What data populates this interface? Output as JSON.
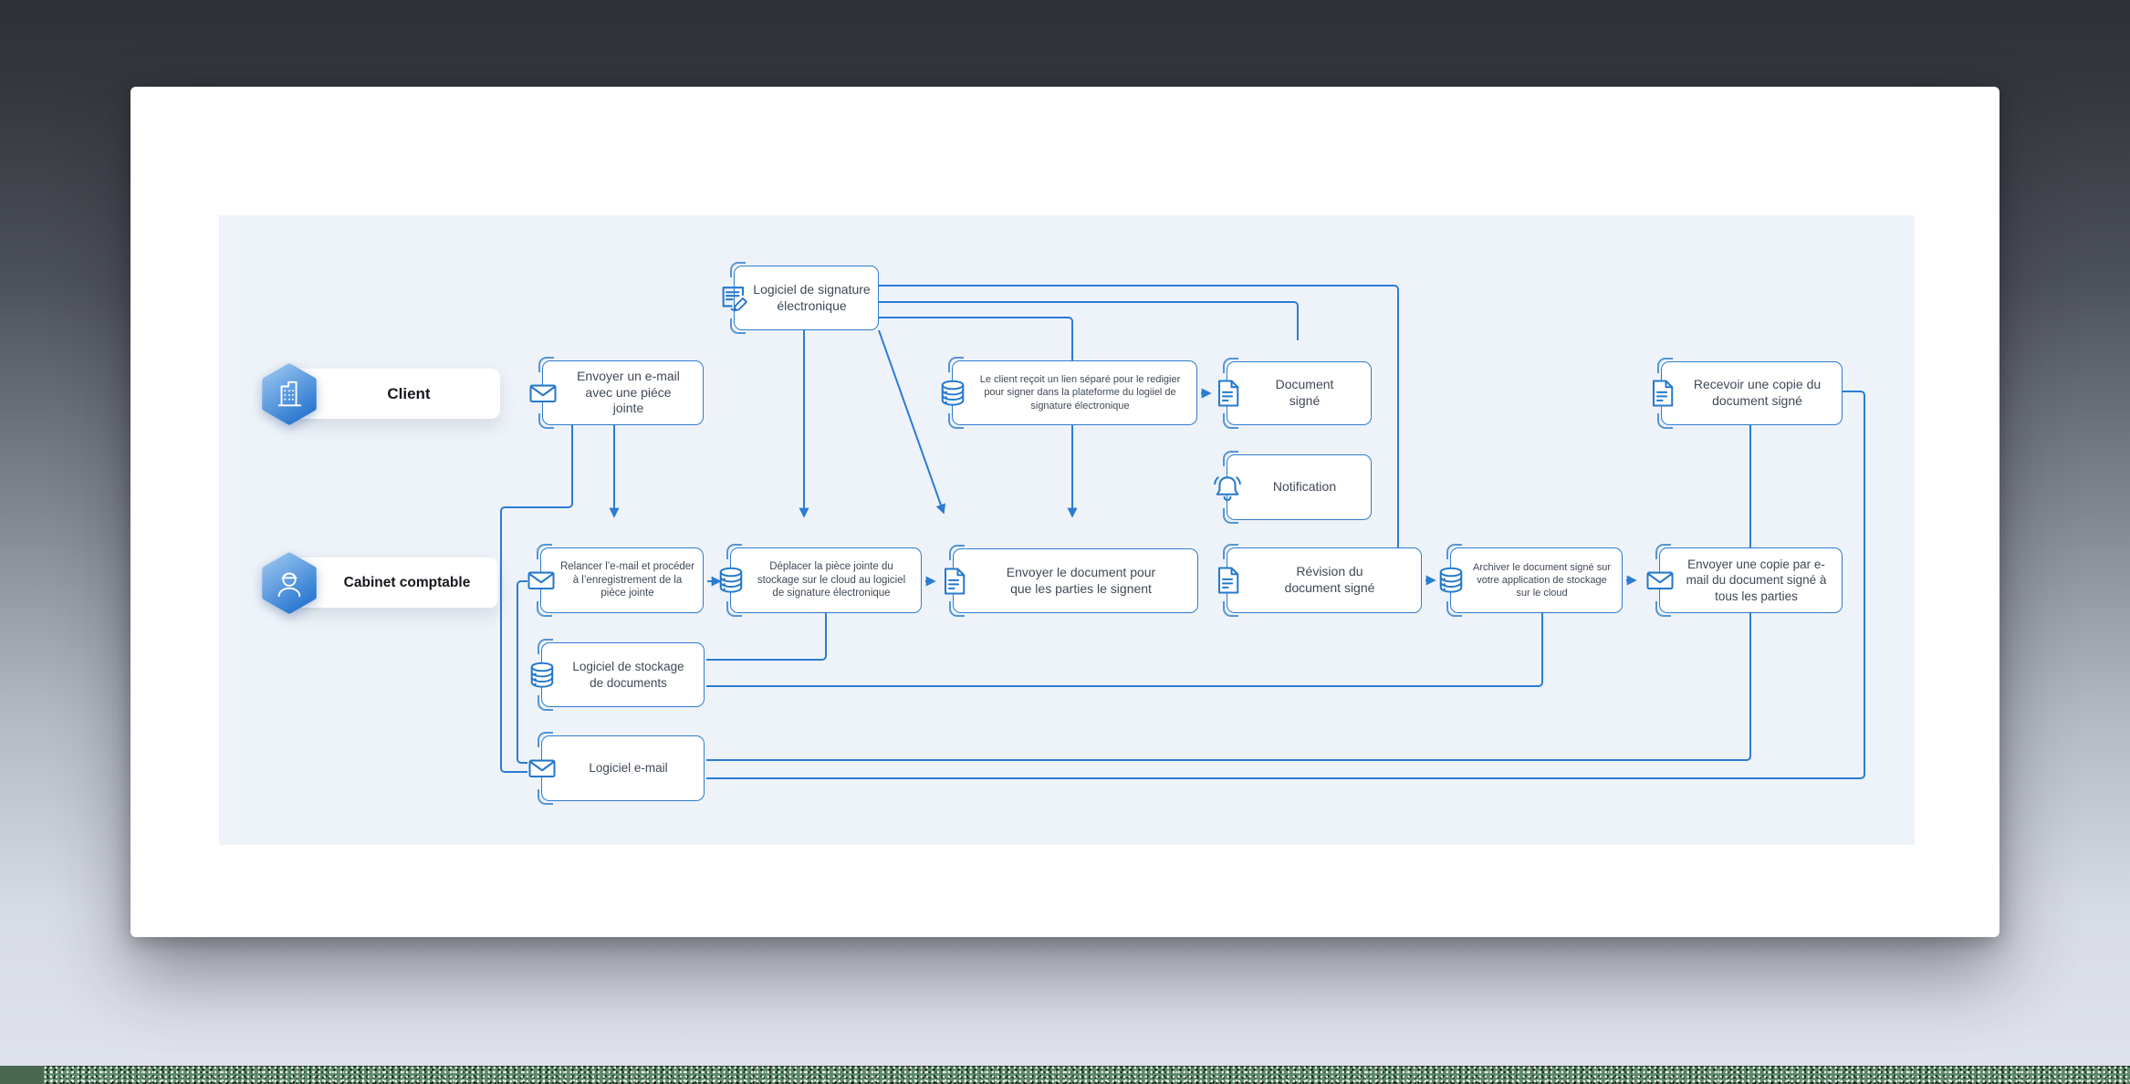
{
  "lanes": {
    "client": {
      "label": "Client"
    },
    "cabinet": {
      "label": "Cabinet comptable"
    }
  },
  "nodes": {
    "signature": {
      "label": "Logiciel de signature électronique",
      "icon": "signature-document"
    },
    "send_email": {
      "label": "Envoyer un e-mail avec une piéce jointe",
      "icon": "envelope"
    },
    "client_link": {
      "label": "Le client reçoit un lien séparé pour le redigier pour signer dans la plateforme du logiiel de signature électronique",
      "icon": "database"
    },
    "doc_signed": {
      "label": "Document signé",
      "icon": "document"
    },
    "receive_copy": {
      "label": "Recevoir une copie du document signé",
      "icon": "document"
    },
    "relancer": {
      "label": "Relancer l’e-mail et procéder à l’enregistrement de la pièce jointe",
      "icon": "envelope"
    },
    "deplacer": {
      "label": "Déplacer la pièce jointe du stockage sur le cloud au logiciel de signature électronique",
      "icon": "database"
    },
    "envoyer_doc": {
      "label": "Envoyer le document pour que les parties le signent",
      "icon": "document"
    },
    "revision": {
      "label": "Révision du document signé",
      "icon": "document"
    },
    "archiver": {
      "label": "Archiver le document signé sur votre application de stockage sur le cloud",
      "icon": "database"
    },
    "envoyer_copie": {
      "label": "Envoyer une copie par e-mail du document signé à tous les parties",
      "icon": "envelope"
    },
    "notification": {
      "label": "Notification",
      "icon": "bell"
    },
    "stockage": {
      "label": "Logiciel de stockage de documents",
      "icon": "database"
    },
    "email_soft": {
      "label": "Logiciel e-mail",
      "icon": "envelope"
    }
  },
  "colors": {
    "accent": "#2b7cd3",
    "panel": "#eef3f9",
    "node_text": "#3f4956",
    "hex_top": "#9cc7f0",
    "hex_bottom": "#2e7ad2",
    "noise_green": "#5f8a6b"
  }
}
